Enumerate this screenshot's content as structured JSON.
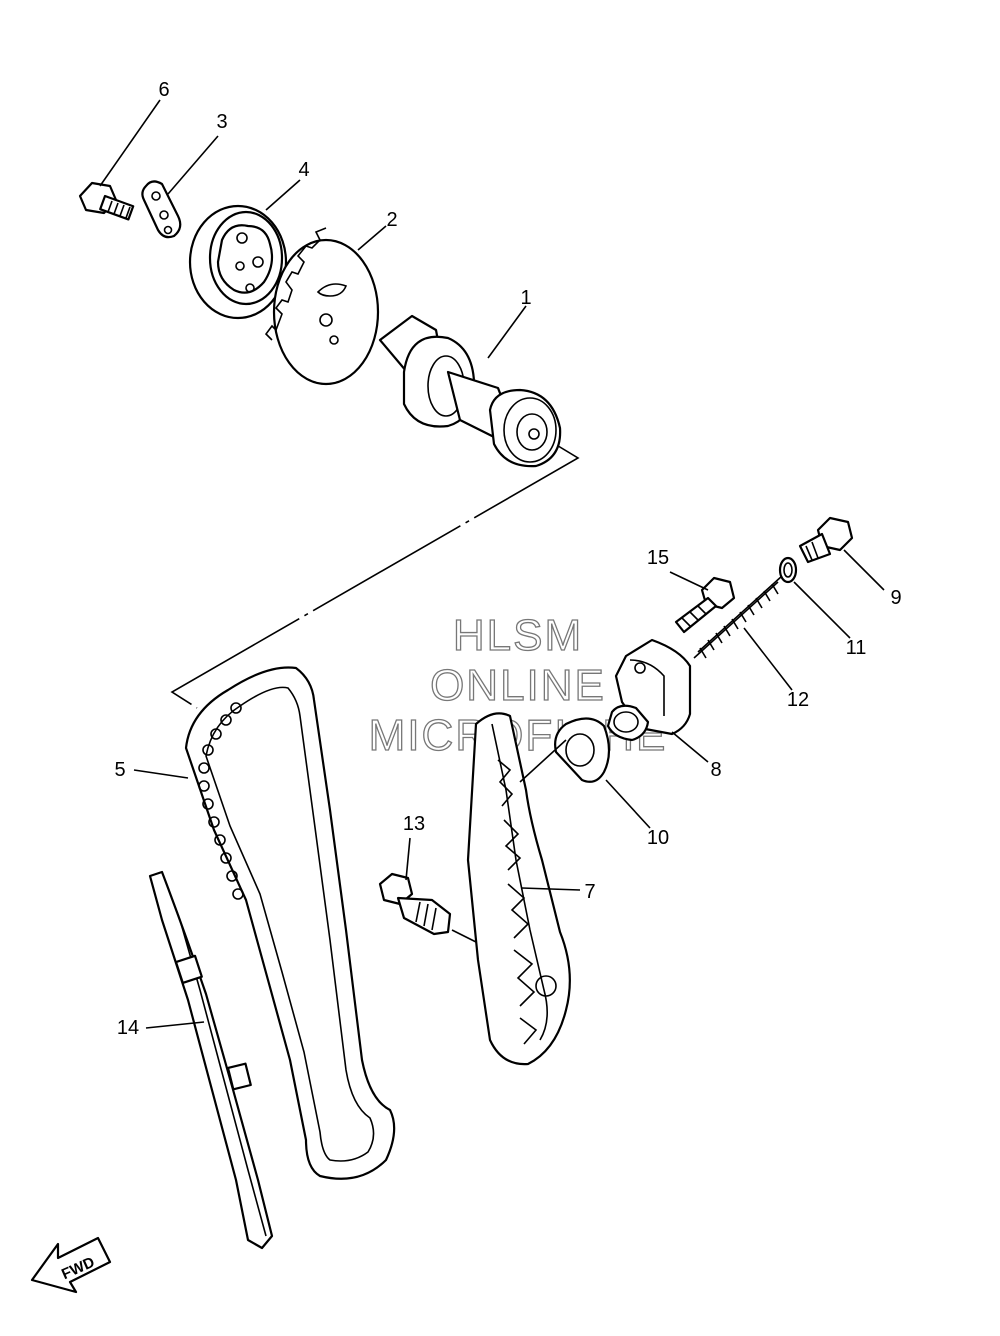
{
  "callouts": {
    "c1": "1",
    "c2": "2",
    "c3": "3",
    "c4": "4",
    "c5": "5",
    "c6": "6",
    "c7": "7",
    "c8": "8",
    "c9": "9",
    "c10": "10",
    "c11": "11",
    "c12": "12",
    "c13": "13",
    "c14": "14",
    "c15": "15"
  },
  "watermark": {
    "line1": "HLSM",
    "line2": "ONLINE",
    "line3": "MICROFICHE"
  },
  "direction_label": "FWD"
}
